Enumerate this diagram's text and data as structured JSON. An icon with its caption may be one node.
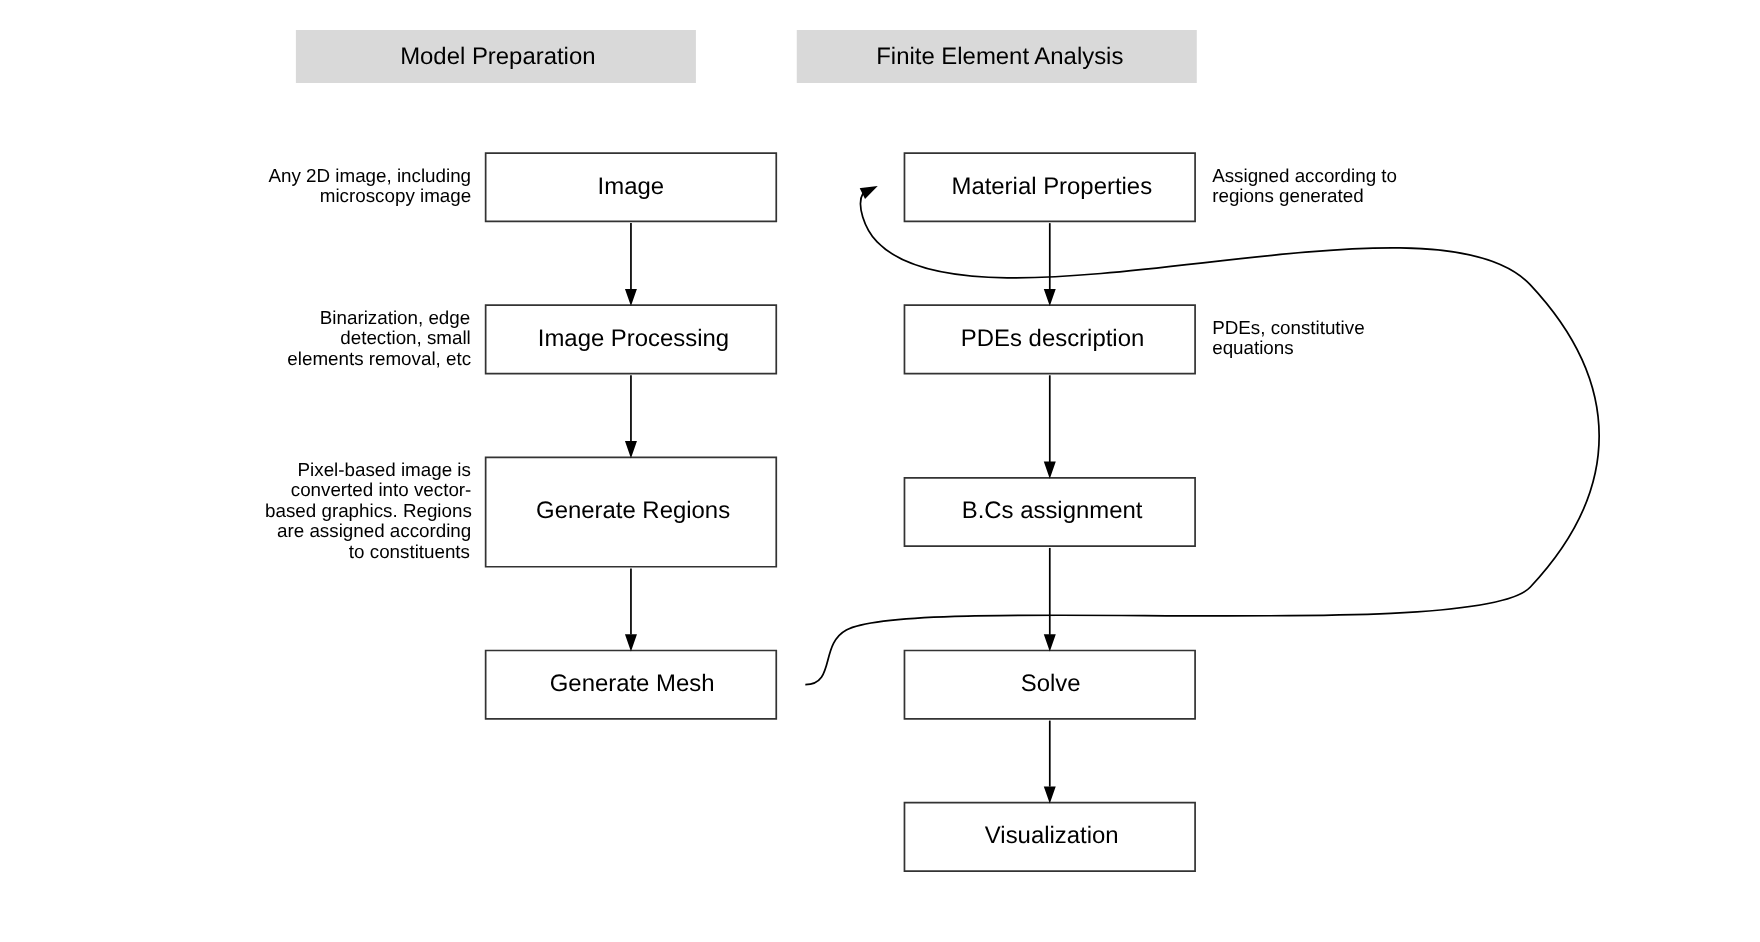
{
  "diagram": {
    "nodes": [
      {
        "text": [
          "Model Preparation"
        ]
      },
      {
        "text": [
          "Finite Element Analysis"
        ]
      },
      {
        "text": [
          "Image"
        ],
        "beside": [
          "Any 2D image, including microscopy image"
        ]
      },
      {
        "text": [
          "Image Processing"
        ],
        "beside": [
          "Binarization, edge detection, small elements removal, etc"
        ]
      },
      {
        "text": [
          "Generate Regions"
        ],
        "beside": [
          "Pixel-based image is converted into vector-based graphics. Regions are assigned according to constituents"
        ]
      },
      {
        "text": [
          "Generate Mesh"
        ]
      },
      {
        "text": [
          "Material Properties"
        ],
        "beside": [
          "Assigned according to regions generated"
        ]
      },
      {
        "text": [
          "PDEs description"
        ],
        "beside": [
          "PDEs, constitutive equations"
        ]
      },
      {
        "text": [
          "B.Cs assignment"
        ]
      },
      {
        "text": [
          "Solve"
        ]
      },
      {
        "text": [
          "Visualization"
        ]
      }
    ],
    "edges": [
      {
        "from": 2,
        "to": 3,
        "arrow": "to"
      },
      {
        "from": 3,
        "to": 4,
        "arrow": "to"
      },
      {
        "from": 4,
        "to": 5,
        "arrow": "to"
      },
      {
        "from": 5,
        "to": 6,
        "arrow": "to"
      },
      {
        "from": 6,
        "to": 7,
        "arrow": "to"
      },
      {
        "from": 7,
        "to": 8,
        "arrow": "to"
      },
      {
        "from": 8,
        "to": 9,
        "arrow": "to"
      },
      {
        "from": 9,
        "to": 10,
        "arrow": "to"
      }
    ]
  }
}
